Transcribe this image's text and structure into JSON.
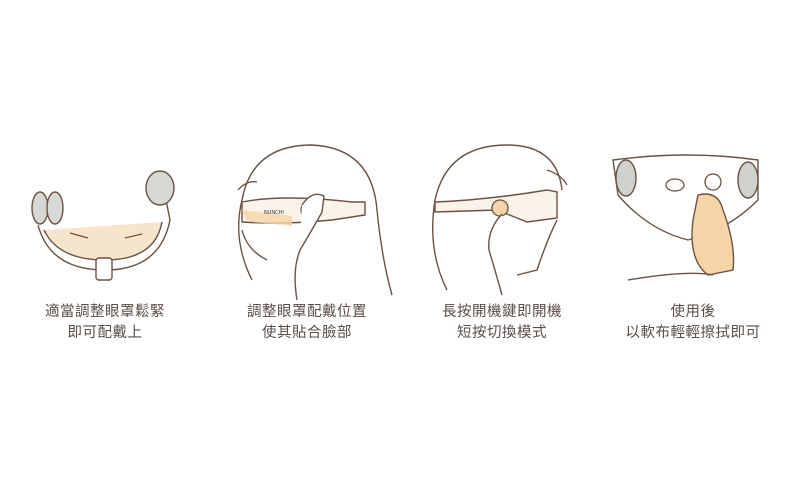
{
  "colors": {
    "line": "#6b5344",
    "text": "#5a4d45",
    "accent_skin": "#f3c896",
    "lens_gray": "#c9ccc8",
    "blush": "#e89a8a"
  },
  "steps": [
    {
      "illustration": "adjustable-strap-icon",
      "lines": [
        "適當調整眼罩鬆緊",
        "即可配戴上"
      ]
    },
    {
      "illustration": "wearing-mask-icon",
      "brand_label": "NUNCHI",
      "lines": [
        "調整眼罩配戴位置",
        "使其貼合臉部"
      ]
    },
    {
      "illustration": "press-power-button-icon",
      "lines": [
        "長按開機鍵即開機",
        "短按切換模式"
      ]
    },
    {
      "illustration": "wipe-clean-icon",
      "lines": [
        "使用後",
        "以軟布輕輕擦拭即可"
      ]
    }
  ]
}
